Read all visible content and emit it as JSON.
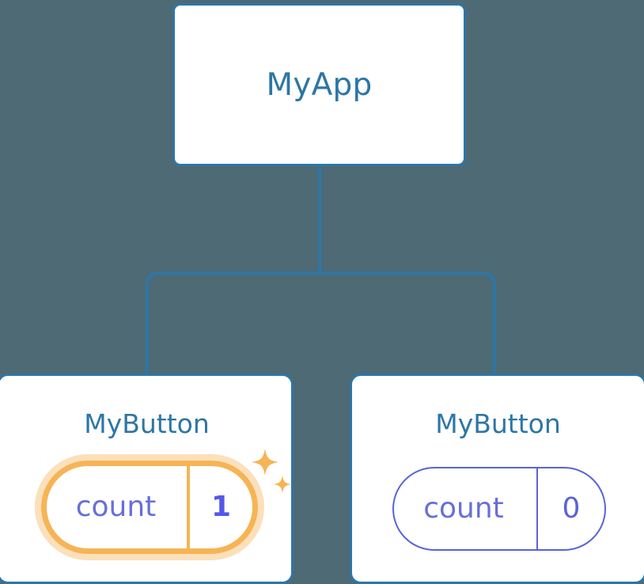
{
  "diagram": {
    "type": "component-tree",
    "background_color": "#4d6a75",
    "accent_color": "#2d76a5",
    "highlight_color": "#f6b455",
    "glow_color": "#fbe0bb",
    "state_color": "#5a63d8",
    "root": {
      "title": "MyApp"
    },
    "children": [
      {
        "title": "MyButton",
        "state_label": "count",
        "state_value": "1",
        "highlighted": true,
        "sparkle_large": "sparkle-icon",
        "sparkle_small": "sparkle-icon"
      },
      {
        "title": "MyButton",
        "state_label": "count",
        "state_value": "0",
        "highlighted": false
      }
    ],
    "connector": {
      "name": "tree-connector",
      "color": "#2d76a5"
    }
  }
}
